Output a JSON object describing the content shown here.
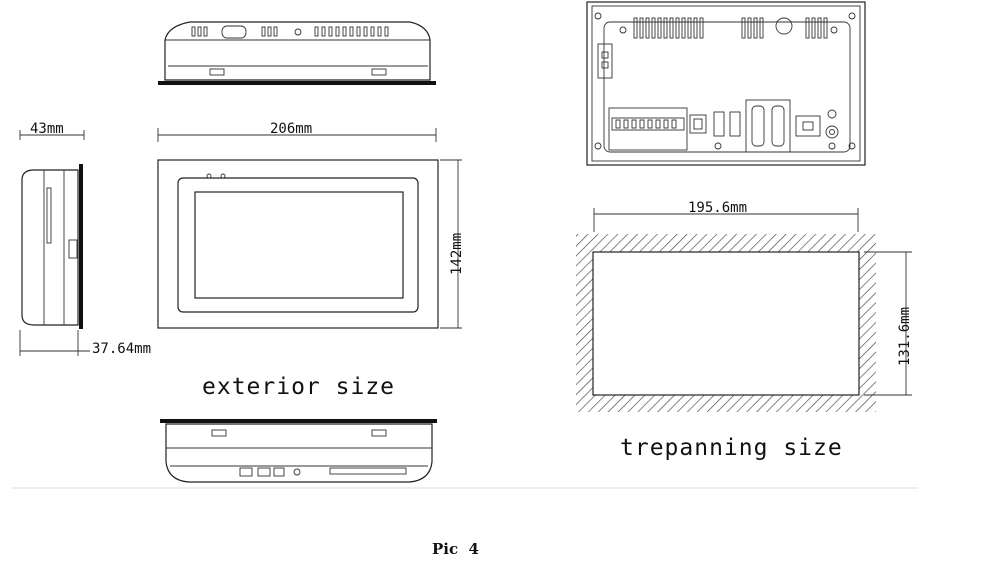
{
  "labels": {
    "dim_depth": "43mm",
    "dim_width": "206mm",
    "dim_height": "142mm",
    "dim_panel_depth": "37.64mm",
    "dim_cutout_width": "195.6mm",
    "dim_cutout_height": "131.6mm",
    "caption_exterior": "exterior size",
    "caption_trepanning": "trepanning size",
    "figure_caption": "Pic  4"
  }
}
